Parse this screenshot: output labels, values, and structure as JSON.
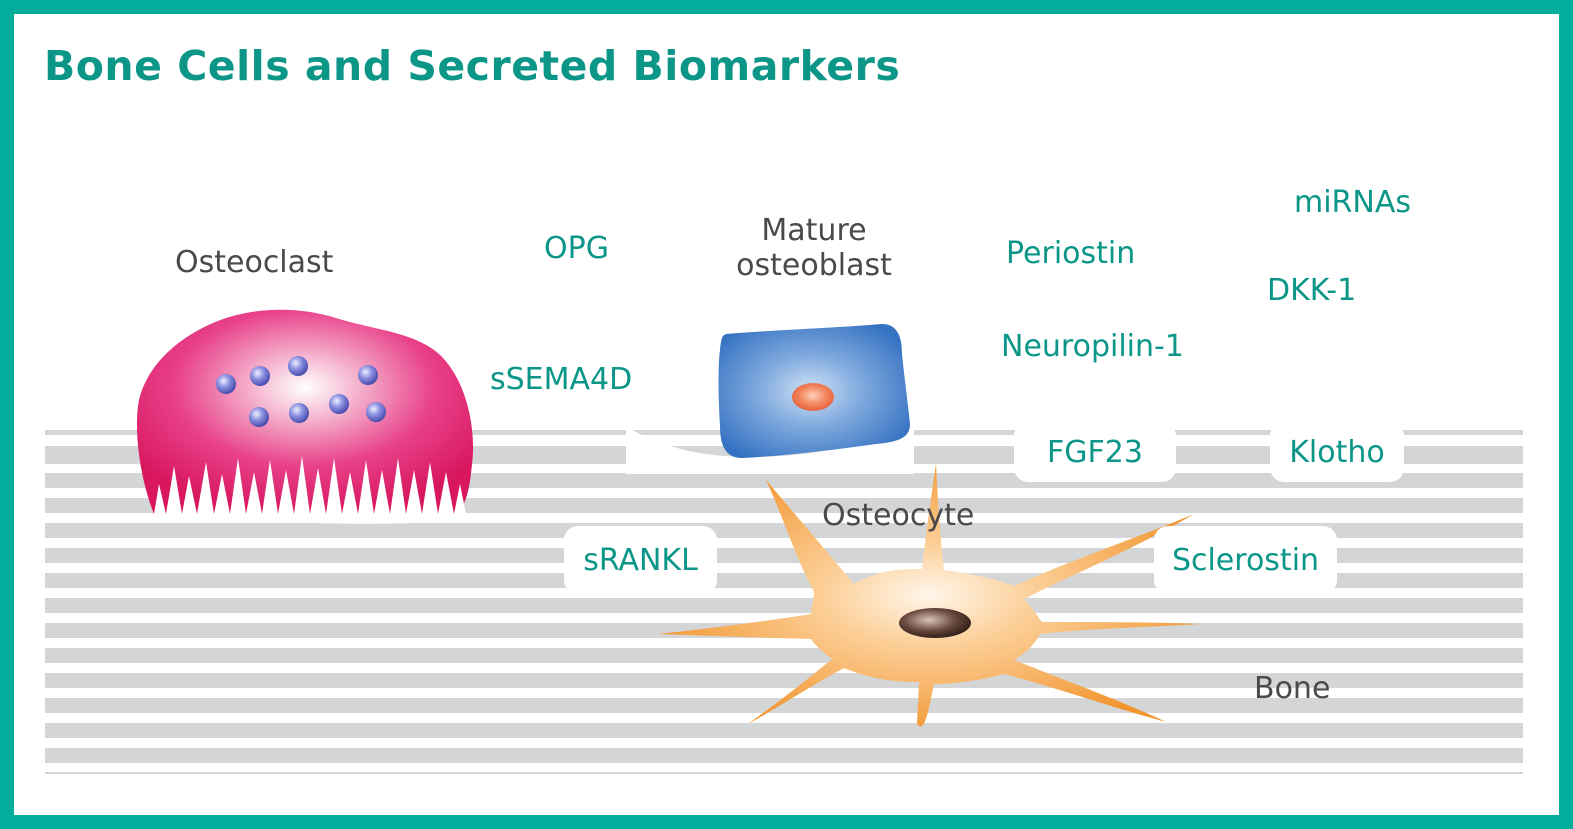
{
  "diagram": {
    "title": "Bone Cells and Secreted Biomarkers",
    "colors": {
      "frame": "#00ae9b",
      "title": "#0b9688",
      "marker_text": "#0b9688",
      "cell_label_text": "#4a4a4a",
      "bone_stripe": "#d4d5d7",
      "osteoclast": "#e0226f",
      "osteoblast": "#3b7cc7",
      "osteocyte": "#f39a3a"
    },
    "cells": {
      "osteoclast": "Osteoclast",
      "mature_osteoblast_line1": "Mature",
      "mature_osteoblast_line2": "osteoblast",
      "osteocyte": "Osteocyte",
      "bone": "Bone"
    },
    "markers": {
      "opg": "OPG",
      "ssema4d": "sSEMA4D",
      "periostin": "Periostin",
      "neuropilin1": "Neuropilin-1",
      "mirnas": "miRNAs",
      "dkk1": "DKK-1",
      "fgf23": "FGF23",
      "klotho": "Klotho",
      "srankl": "sRANKL",
      "sclerostin": "Sclerostin"
    }
  }
}
